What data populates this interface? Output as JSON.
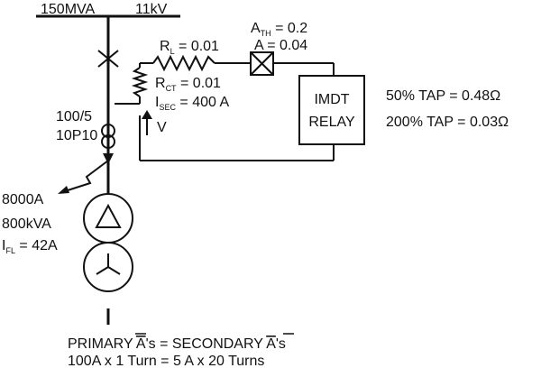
{
  "source": {
    "mva": "150MVA",
    "kv": "11kV"
  },
  "ct": {
    "ratio": "100/5",
    "class": "10P10"
  },
  "fault": {
    "current": "8000A"
  },
  "transformer": {
    "rating": "800kVA",
    "ifl_prefix": "I",
    "ifl_sub": "FL",
    "ifl_value": " = 42A"
  },
  "lead": {
    "rl_prefix": "R",
    "rl_sub": "L",
    "rl_value": " = 0.01"
  },
  "ct_res": {
    "prefix": "R",
    "sub": "CT",
    "value": " = 0.01"
  },
  "isec": {
    "prefix": "I",
    "sub": "SEC",
    "value": " = 400 A"
  },
  "voltage": {
    "label": "V"
  },
  "ammeter": {
    "ath_prefix": "A",
    "ath_sub": "TH",
    "ath_value": " = 0.2",
    "a_value": "A = 0.04"
  },
  "relay": {
    "line1": "IMDT",
    "line2": "RELAY"
  },
  "taps": {
    "tap50": "50% TAP = 0.48Ω",
    "tap200": "200% TAP = 0.03Ω"
  },
  "footer": {
    "line1_a": "PRIMARY ",
    "line1_abar1": "A",
    "line1_b": "'s = SECONDARY ",
    "line1_abar2": "A",
    "line1_c": "'s",
    "line2": "100A x 1 Turn = 5 A x 20 Turns"
  }
}
